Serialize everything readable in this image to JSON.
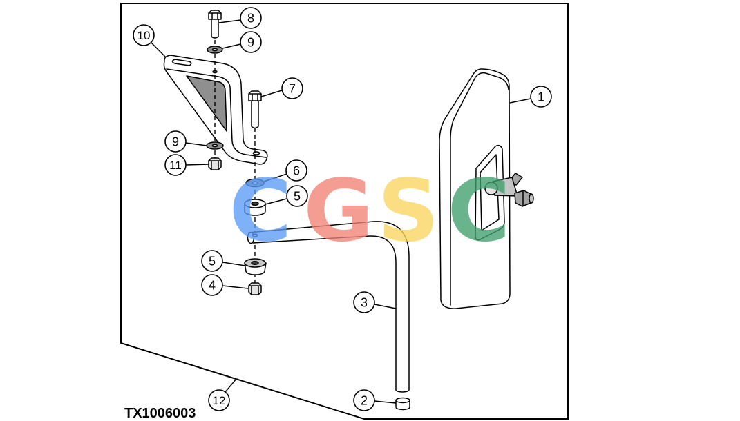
{
  "figure": {
    "id_label": "TX1006003"
  },
  "callouts": [
    "1",
    "2",
    "3",
    "4",
    "5",
    "5",
    "6",
    "7",
    "8",
    "9",
    "9",
    "10",
    "11",
    "12"
  ],
  "watermark": {
    "letters": [
      {
        "char": "C",
        "color": "#5b9cf6"
      },
      {
        "char": "G",
        "color": "#f28276"
      },
      {
        "char": "S",
        "color": "#fcd55f"
      },
      {
        "char": "C",
        "color": "#3f9f6d"
      }
    ]
  }
}
